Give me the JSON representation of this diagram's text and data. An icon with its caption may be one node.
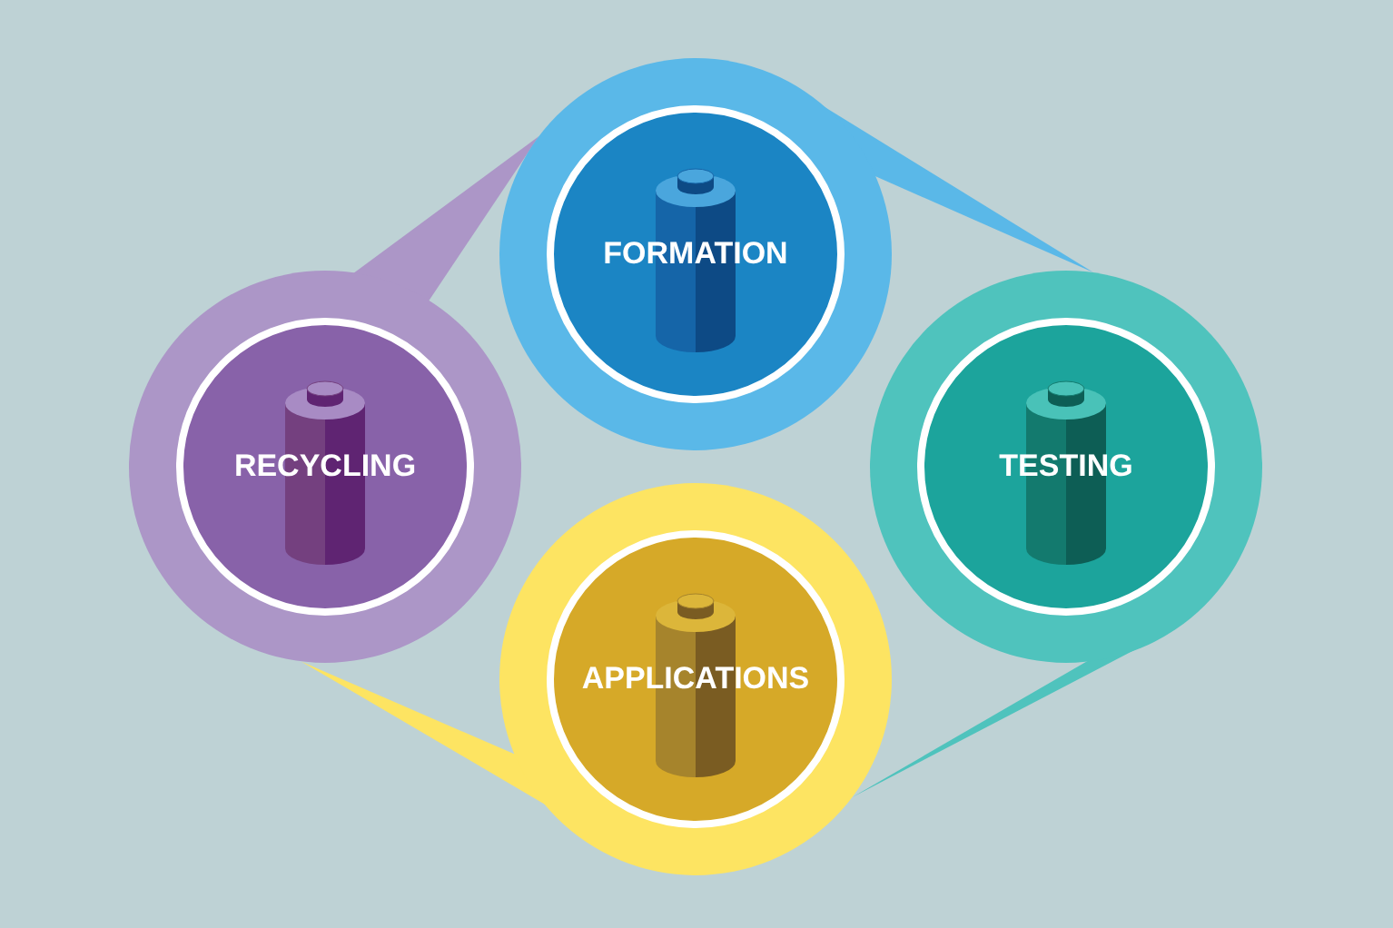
{
  "diagram": {
    "nodes": [
      {
        "text": [
          "FORMATION"
        ]
      },
      {
        "text": [
          "TESTING"
        ]
      },
      {
        "text": [
          "APPLICATIONS"
        ]
      },
      {
        "text": [
          "RECYCLING"
        ]
      }
    ],
    "edges": [
      {
        "from": 0,
        "to": 1,
        "arrow": "none",
        "color": "#5ab8e8"
      },
      {
        "from": 1,
        "to": 2,
        "arrow": "none",
        "color": "#4fc3bd"
      },
      {
        "from": 2,
        "to": 3,
        "arrow": "none",
        "color": "#fde462"
      },
      {
        "from": 3,
        "to": 0,
        "arrow": "none",
        "color": "#ac96c7"
      }
    ]
  }
}
